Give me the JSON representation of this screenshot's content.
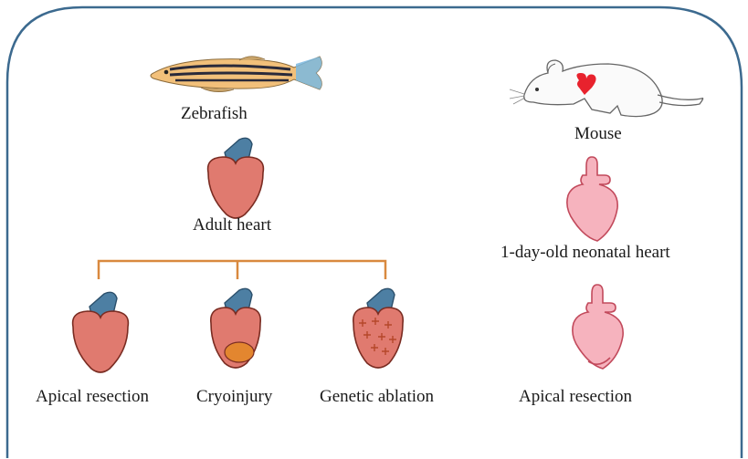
{
  "colors": {
    "frame": "#3c6a8f",
    "bracket": "#d9893f",
    "adult_heart": "#e07a6f",
    "adult_heart_outline": "#7a2c22",
    "atrium": "#4d7fa3",
    "atrium_outline": "#2b4f6b",
    "cryo_injury": "#e3862f",
    "ablation_mark": "#b5472a",
    "neonatal_heart": "#f6b3be",
    "neonatal_outline": "#c24a5c",
    "mouse_heart": "#e8222d"
  },
  "icons": {
    "zebrafish": "zebrafish-icon",
    "mouse": "mouse-icon",
    "adult_heart": "adult-heart-icon",
    "neonatal_heart": "neonatal-heart-icon"
  },
  "zebrafish": {
    "label": "Zebrafish",
    "heart_label": "Adult heart",
    "injuries": [
      "Apical resection",
      "Cryoinjury",
      "Genetic ablation"
    ]
  },
  "mouse": {
    "label": "Mouse",
    "heart_label": "1-day-old neonatal heart",
    "injury": "Apical resection"
  }
}
